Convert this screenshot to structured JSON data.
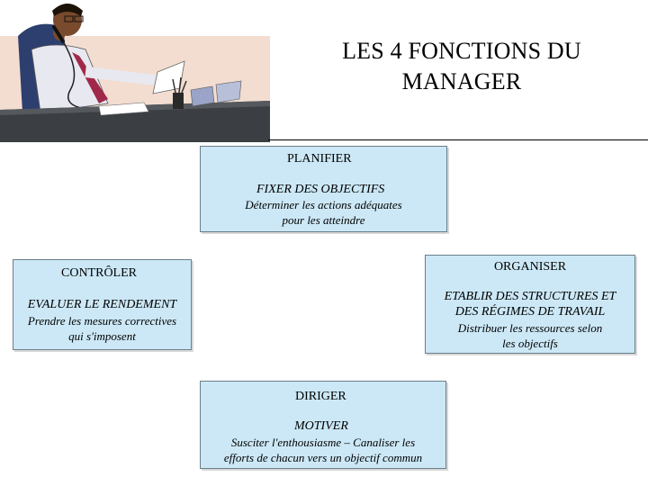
{
  "title_line1": "LES 4 FONCTIONS DU",
  "title_line2": "MANAGER",
  "planifier": {
    "heading": "PLANIFIER",
    "subtitle": "FIXER DES OBJECTIFS",
    "desc_line1": "Déterminer les actions adéquates",
    "desc_line2": "pour les atteindre"
  },
  "organiser": {
    "heading": "ORGANISER",
    "subtitle_line1": "ETABLIR DES STRUCTURES ET",
    "subtitle_line2": "DES RÉGIMES DE TRAVAIL",
    "desc_line1": "Distribuer les ressources selon",
    "desc_line2": "les objectifs"
  },
  "controler": {
    "heading": "CONTRÔLER",
    "subtitle": "EVALUER LE RENDEMENT",
    "desc_line1": "Prendre les mesures correctives",
    "desc_line2": "qui s'imposent"
  },
  "diriger": {
    "heading": "DIRIGER",
    "subtitle": "MOTIVER",
    "desc_line1": "Susciter l'enthousiasme – Canaliser les",
    "desc_line2": "efforts de chacun vers un objectif commun"
  },
  "colors": {
    "box_fill": "#cce8f6",
    "box_border": "#6b7f8a"
  },
  "clipart": "manager-on-phone-at-desk"
}
